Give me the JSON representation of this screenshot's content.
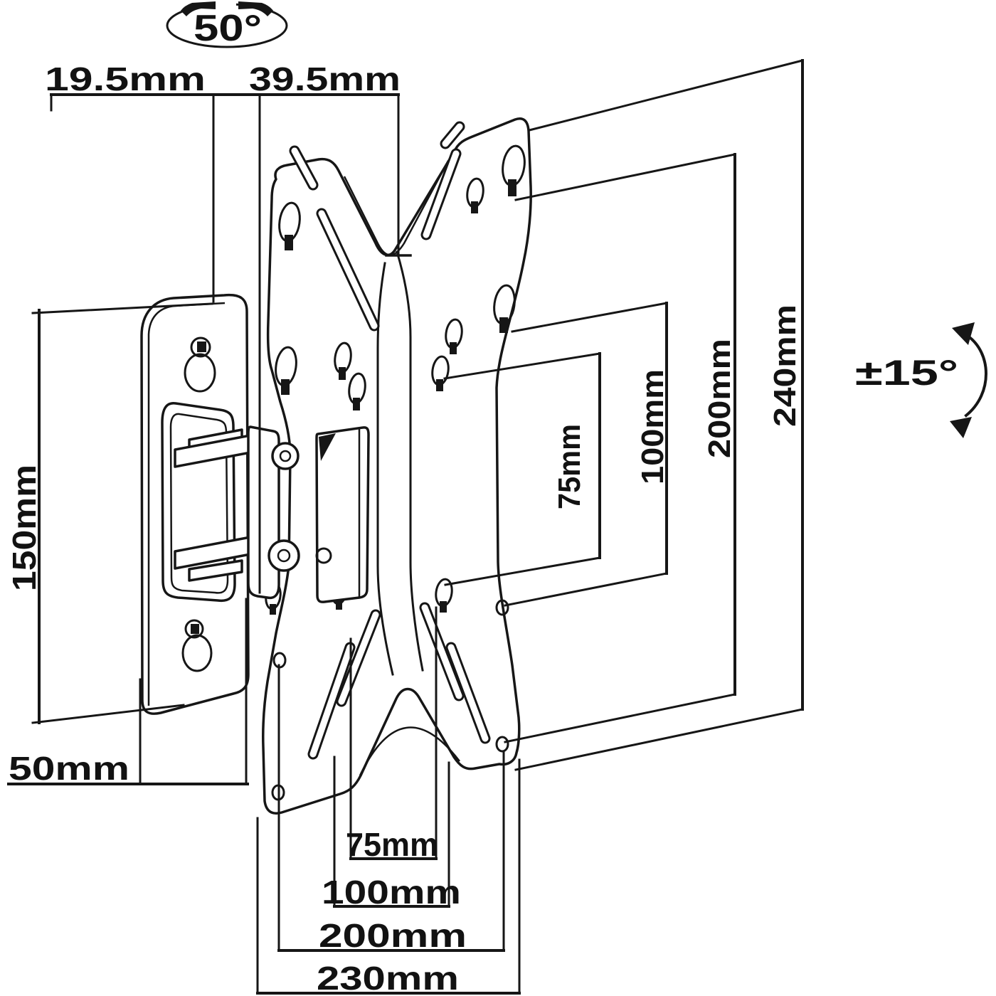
{
  "figure": {
    "type": "technical-line-drawing",
    "subject": "Tilting TV wall mount bracket with VESA adapter plate, dimensioned",
    "colors": {
      "ink": "#161616",
      "paper": "#ffffff"
    }
  },
  "annotations": {
    "swivel_angle": "50°",
    "tilt_angle": "±15°",
    "top": {
      "offset_small": "19.5mm",
      "offset_large": "39.5mm"
    },
    "left": {
      "wall_plate_height": "150mm",
      "wall_plate_width": "50mm"
    },
    "right": {
      "vesa_vertical_75": "75mm",
      "vesa_vertical_100": "100mm",
      "vesa_vertical_200": "200mm",
      "plate_height": "240mm"
    },
    "bottom": {
      "vesa_horizontal_75": "75mm",
      "vesa_horizontal_100": "100mm",
      "vesa_horizontal_200": "200mm",
      "plate_width": "230mm"
    }
  }
}
